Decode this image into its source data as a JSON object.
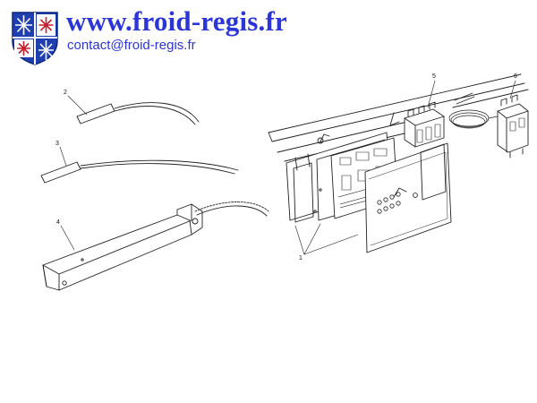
{
  "header": {
    "site_url": "www.froid-regis.fr",
    "contact_email": "contact@froid-regis.fr",
    "logo_icon": "snowflake-shield-icon",
    "brand_color": "#2b35d8",
    "logo_colors": [
      "#1f3fb0",
      "#ffffff",
      "#c61f2d"
    ]
  },
  "diagram": {
    "part_labels": [
      "1",
      "2",
      "3",
      "4",
      "5",
      "6"
    ]
  }
}
